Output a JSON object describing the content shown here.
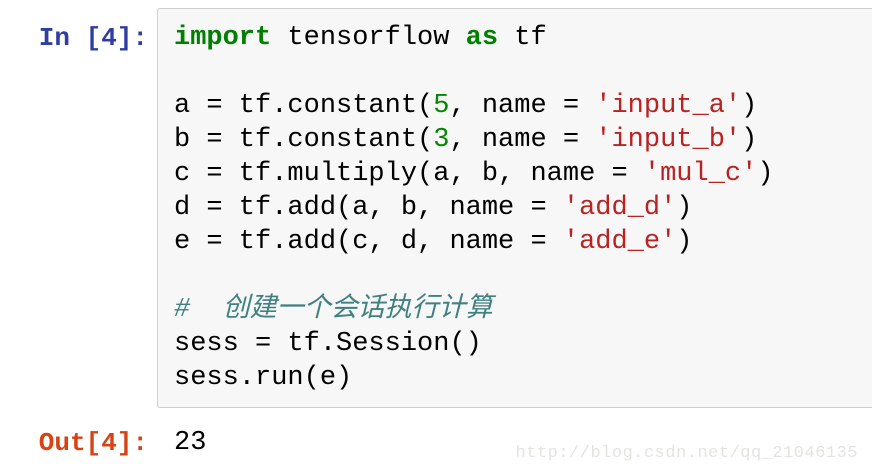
{
  "notebook": {
    "input": {
      "prompt": "In [4]:",
      "code_lines": [
        {
          "tokens": [
            {
              "t": "kw",
              "s": "import"
            },
            {
              "t": "pl",
              "s": " tensorflow "
            },
            {
              "t": "kw",
              "s": "as"
            },
            {
              "t": "pl",
              "s": " tf"
            }
          ]
        },
        {
          "tokens": []
        },
        {
          "tokens": [
            {
              "t": "pl",
              "s": "a = tf.constant("
            },
            {
              "t": "num",
              "s": "5"
            },
            {
              "t": "pl",
              "s": ", name = "
            },
            {
              "t": "str",
              "s": "'input_a'"
            },
            {
              "t": "pl",
              "s": ")"
            }
          ]
        },
        {
          "tokens": [
            {
              "t": "pl",
              "s": "b = tf.constant("
            },
            {
              "t": "num",
              "s": "3"
            },
            {
              "t": "pl",
              "s": ", name = "
            },
            {
              "t": "str",
              "s": "'input_b'"
            },
            {
              "t": "pl",
              "s": ")"
            }
          ]
        },
        {
          "tokens": [
            {
              "t": "pl",
              "s": "c = tf.multiply(a, b, name = "
            },
            {
              "t": "str",
              "s": "'mul_c'"
            },
            {
              "t": "pl",
              "s": ")"
            }
          ]
        },
        {
          "tokens": [
            {
              "t": "pl",
              "s": "d = tf.add(a, b, name = "
            },
            {
              "t": "str",
              "s": "'add_d'"
            },
            {
              "t": "pl",
              "s": ")"
            }
          ]
        },
        {
          "tokens": [
            {
              "t": "pl",
              "s": "e = tf.add(c, d, name = "
            },
            {
              "t": "str",
              "s": "'add_e'"
            },
            {
              "t": "pl",
              "s": ")"
            }
          ]
        },
        {
          "tokens": []
        },
        {
          "tokens": [
            {
              "t": "cm",
              "s": "#  创建一个会话执行计算"
            }
          ]
        },
        {
          "tokens": [
            {
              "t": "pl",
              "s": "sess = tf.Session()"
            }
          ]
        },
        {
          "tokens": [
            {
              "t": "pl",
              "s": "sess.run(e)"
            }
          ]
        }
      ]
    },
    "output": {
      "prompt": "Out[4]:",
      "value": "23"
    },
    "watermark_text": "http://blog.csdn.net/qq_21046135",
    "colors": {
      "keyword": "#008000",
      "number": "#008800",
      "string": "#BA2121",
      "comment": "#408080",
      "in_prompt": "#303F9F",
      "out_prompt": "#D84315",
      "cell_bg": "#F7F7F7",
      "cell_border": "#CFCFCF",
      "watermark": "#E4E4DF"
    }
  }
}
